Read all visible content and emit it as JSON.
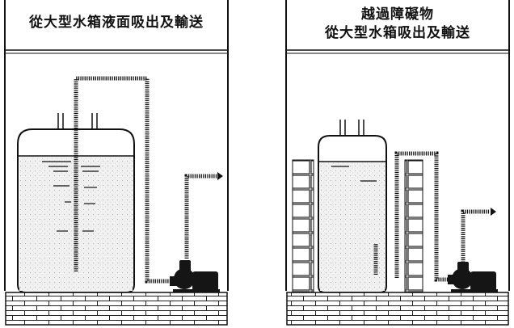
{
  "left_panel": {
    "title": "從大型水箱液面吸出及輸送"
  },
  "right_panel": {
    "title_line1": "越過障礙物",
    "title_line2": "從大型水箱吸出及輸送"
  },
  "colors": {
    "ink": "#111111",
    "liquid_fill": "#e9e9e9",
    "pump": "#151515"
  }
}
